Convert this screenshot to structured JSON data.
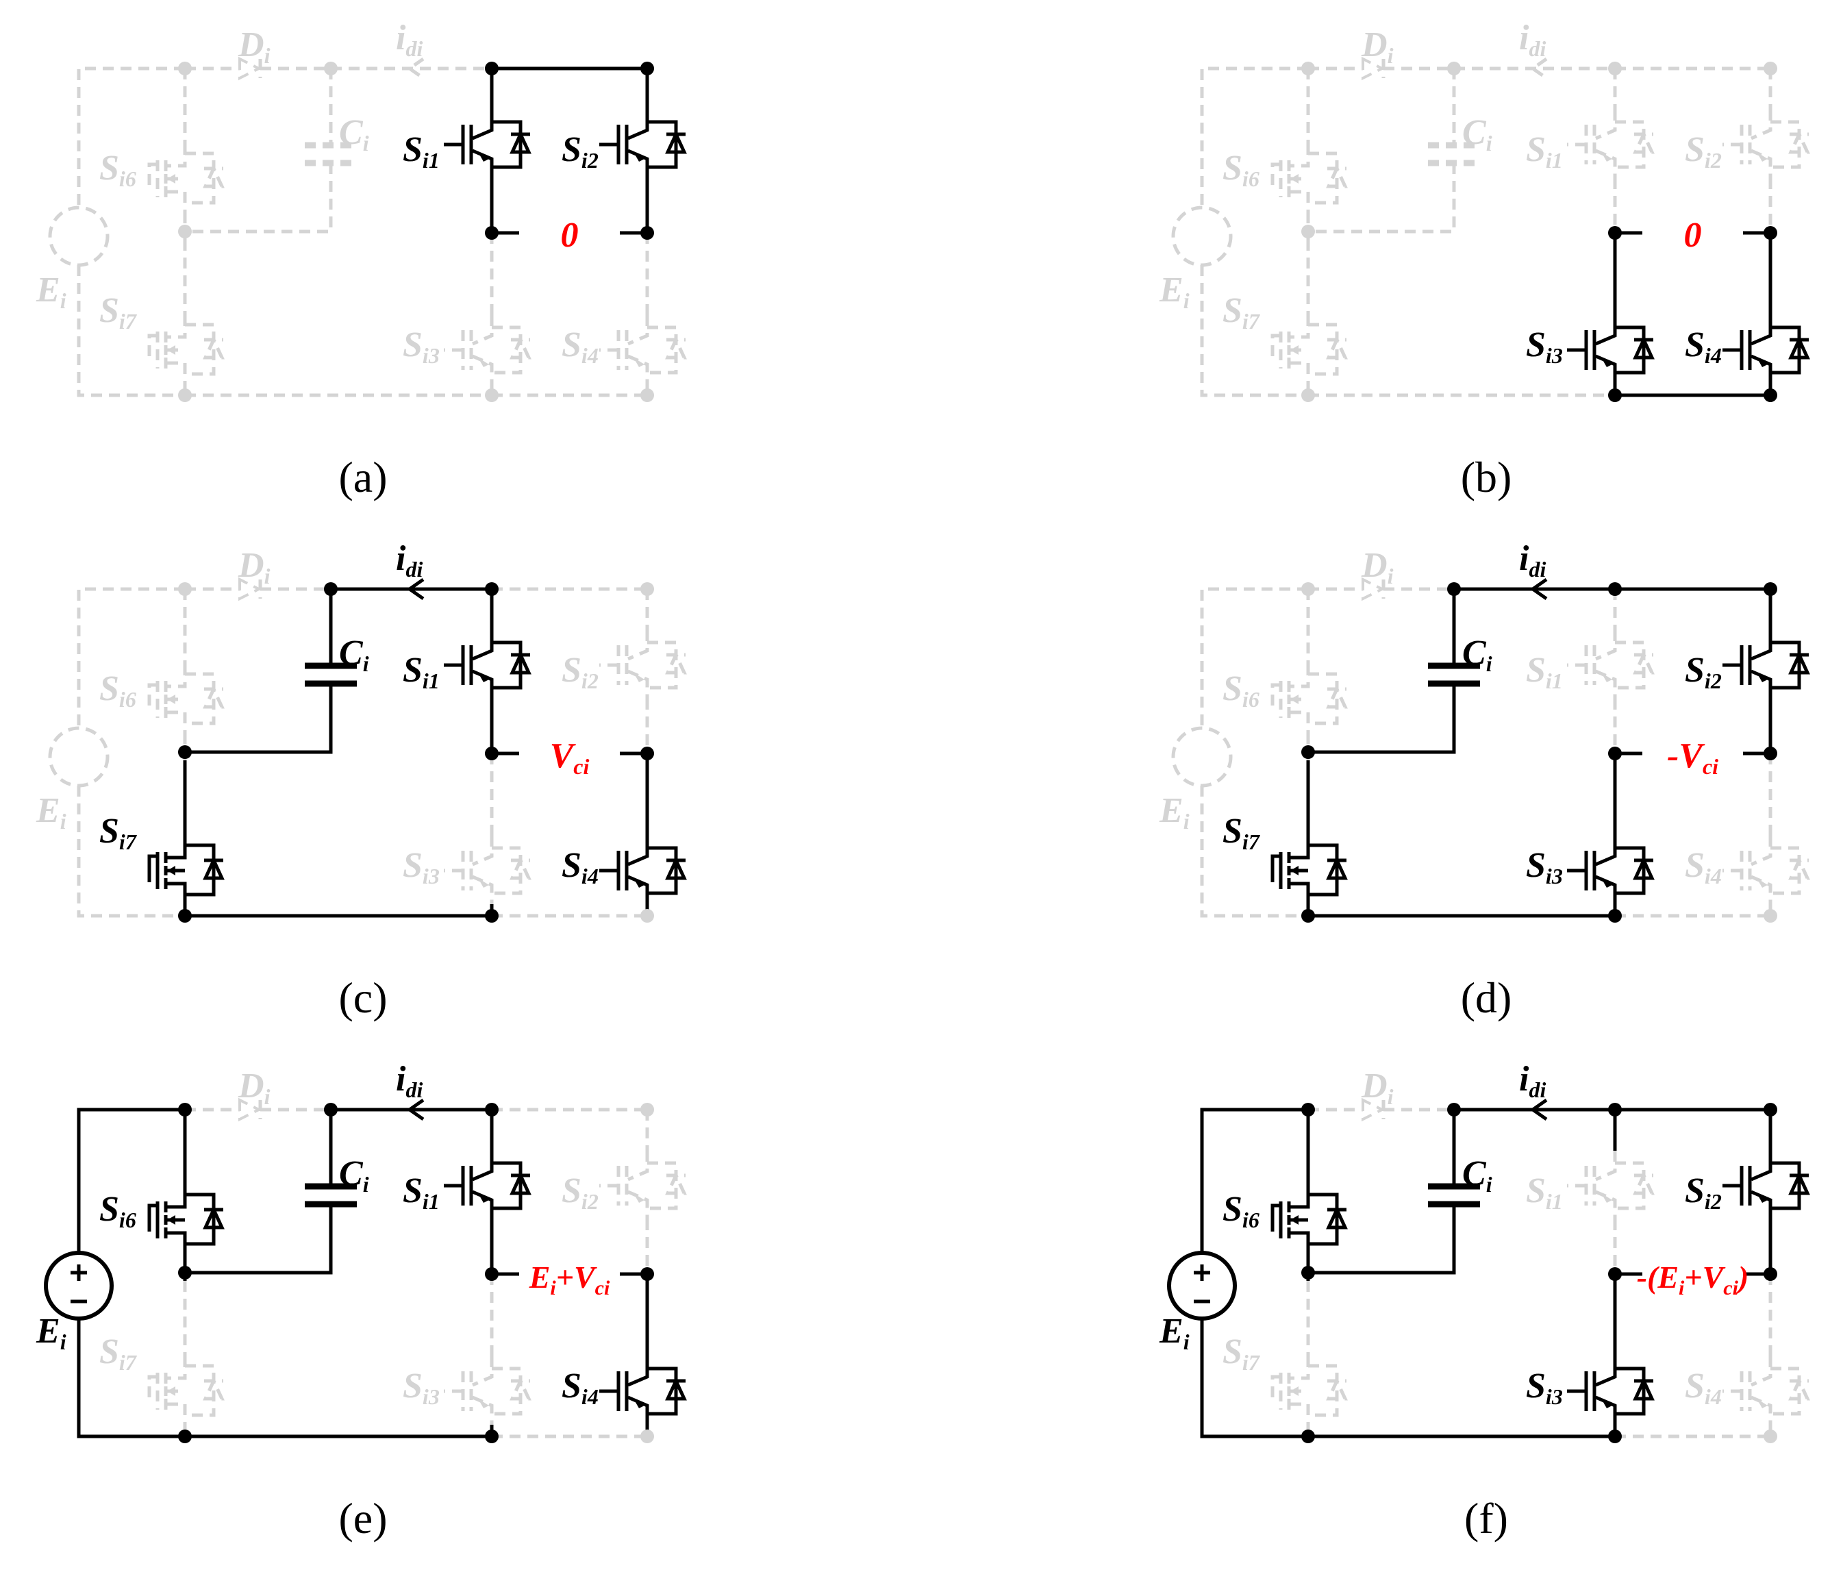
{
  "colors": {
    "active": "#000000",
    "inactive": "#d4d4d4",
    "voltage": "#ff0000"
  },
  "labels": {
    "diode": "D",
    "diode_sub": "i",
    "current": "i",
    "current_sub": "di",
    "capacitor": "C",
    "capacitor_sub": "i",
    "source": "E",
    "source_sub": "i",
    "s_main": "S",
    "s1_sub": "i1",
    "s2_sub": "i2",
    "s3_sub": "i3",
    "s4_sub": "i4",
    "s6_sub": "i6",
    "s7_sub": "i7"
  },
  "panels": [
    {
      "id": "a",
      "caption": "(a)",
      "output": {
        "type": "plain",
        "text": "0"
      },
      "active": {
        "s1": true,
        "s2": true,
        "s3": false,
        "s4": false,
        "s6": false,
        "s7": false,
        "cap": false,
        "source": false,
        "diode": false,
        "current": false,
        "top_left": false,
        "top_right": true,
        "bottom_left": false,
        "bottom_right": false
      }
    },
    {
      "id": "b",
      "caption": "(b)",
      "output": {
        "type": "plain",
        "text": "0"
      },
      "active": {
        "s1": false,
        "s2": false,
        "s3": true,
        "s4": true,
        "s6": false,
        "s7": false,
        "cap": false,
        "source": false,
        "diode": false,
        "current": false,
        "top_left": false,
        "top_right": false,
        "bottom_left": false,
        "bottom_right": true
      }
    },
    {
      "id": "c",
      "caption": "(c)",
      "output": {
        "type": "vc",
        "prefix": "",
        "main": "V",
        "sub": "ci",
        "suffix": ""
      },
      "active": {
        "s1": true,
        "s2": false,
        "s3": false,
        "s4": true,
        "s6": false,
        "s7": true,
        "cap": true,
        "source": false,
        "diode": false,
        "current": true,
        "top_left": false,
        "top_right": false,
        "bottom_left": true,
        "bottom_right": false
      }
    },
    {
      "id": "d",
      "caption": "(d)",
      "output": {
        "type": "vc",
        "prefix": "-",
        "main": "V",
        "sub": "ci",
        "suffix": ""
      },
      "active": {
        "s1": false,
        "s2": true,
        "s3": true,
        "s4": false,
        "s6": false,
        "s7": true,
        "cap": true,
        "source": false,
        "diode": false,
        "current": true,
        "top_left": false,
        "top_right": true,
        "bottom_left": true,
        "bottom_right": false
      }
    },
    {
      "id": "e",
      "caption": "(e)",
      "output": {
        "type": "evc",
        "prefix": "",
        "e": "E",
        "e_sub": "i",
        "plus": "+",
        "v": "V",
        "v_sub": "ci",
        "suffix": ""
      },
      "active": {
        "s1": true,
        "s2": false,
        "s3": false,
        "s4": true,
        "s6": true,
        "s7": false,
        "cap": true,
        "source": true,
        "diode": false,
        "current": true,
        "top_left": true,
        "top_right": false,
        "bottom_left": true,
        "bottom_right": false
      }
    },
    {
      "id": "f",
      "caption": "(f)",
      "output": {
        "type": "evc",
        "prefix": "-(",
        "e": "E",
        "e_sub": "i",
        "plus": "+",
        "v": "V",
        "v_sub": "ci",
        "suffix": ")"
      },
      "active": {
        "s1": false,
        "s2": true,
        "s3": true,
        "s4": false,
        "s6": true,
        "s7": false,
        "cap": true,
        "source": true,
        "diode": false,
        "current": true,
        "top_left": true,
        "top_right": true,
        "bottom_left": true,
        "bottom_right": false
      }
    }
  ]
}
